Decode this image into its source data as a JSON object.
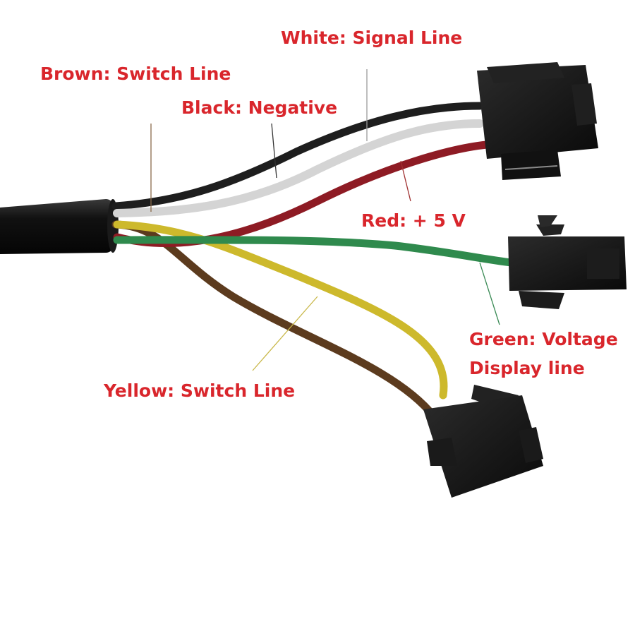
{
  "label_color": "#d9262c",
  "labels": {
    "white": "White: Signal Line",
    "brown": "Brown: Switch Line",
    "black": "Black: Negative",
    "red": "Red: + 5 V",
    "green_line1": "Green: Voltage",
    "green_line2": "Display line",
    "yellow": "Yellow: Switch Line"
  },
  "wire_colors": {
    "black": "#1e1e1e",
    "white": "#d4d4d4",
    "red": "#8e1b24",
    "green": "#2f8a4d",
    "yellow": "#cdb92c",
    "brown": "#5c3b1e"
  },
  "connector_color": "#161616",
  "sheath_color": "#0d0d0d"
}
